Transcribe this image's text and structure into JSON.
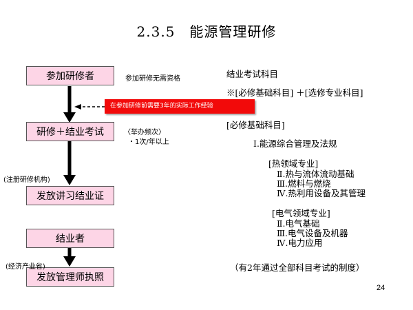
{
  "title": "2.3.5　能源管理研修",
  "flow": {
    "step1": "参加研修者",
    "step1_note": "参加研修无需资格",
    "red_note": "在参加研修前需要3年的实际工作经验",
    "step2": "研修＋结业考试",
    "step2_note_title": "〈举办频次〉",
    "step2_note_item": "・1次/年以上",
    "org1": "(注册研修机构)",
    "step3": "发放讲习结业证",
    "step4": "结业者",
    "org2": "(经济产业省)",
    "step5": "发放管理师执照"
  },
  "right": {
    "heading": "结业考试科目",
    "formula": "※[必修基础科目] ＋[选修专业科目]",
    "required_label": "[必修基础科目]",
    "required_item": "Ⅰ.能源综合管理及法规",
    "heat_label": "[热领域专业]",
    "heat_items": [
      "Ⅱ.热与流体流动基础",
      "Ⅲ.燃料与燃烧",
      "Ⅳ.热利用设备及其管理"
    ],
    "elec_label": "[电气领域专业]",
    "elec_items": [
      "Ⅱ.电气基础",
      "Ⅲ.电气设备及机器",
      "Ⅳ.电力应用"
    ],
    "footnote": "（有2年通过全部科目考试的制度）"
  },
  "page_number": "24",
  "colors": {
    "box_fill": "#fdd5e6",
    "red_banner": "#f20a0a"
  }
}
